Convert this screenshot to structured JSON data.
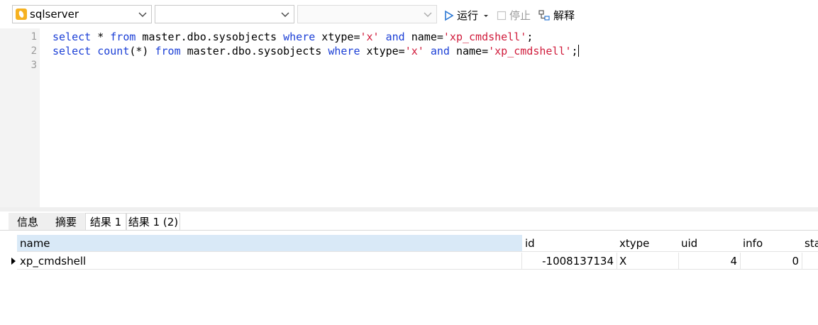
{
  "toolbar": {
    "connection": "sqlserver",
    "database": "",
    "schema": "",
    "run_label": "运行",
    "stop_label": "停止",
    "explain_label": "解释"
  },
  "editor": {
    "line_numbers": [
      "1",
      "2",
      "3"
    ],
    "lines": [
      "select * from master.dbo.sysobjects where xtype='x' and name='xp_cmdshell';",
      "select count(*) from master.dbo.sysobjects where xtype='x' and name='xp_cmdshell';",
      ""
    ]
  },
  "tabs": [
    "信息",
    "摘要",
    "结果 1",
    "结果 1 (2)"
  ],
  "active_tab": "结果 1",
  "result": {
    "columns": [
      "name",
      "id",
      "xtype",
      "uid",
      "info",
      "sta"
    ],
    "rows": [
      [
        "xp_cmdshell",
        "-1008137134",
        "X",
        "4",
        "0",
        ""
      ]
    ]
  },
  "colors": {
    "keyword": "#1b3fd6",
    "string": "#d01b3b",
    "selected_header": "#d9e9f7"
  }
}
